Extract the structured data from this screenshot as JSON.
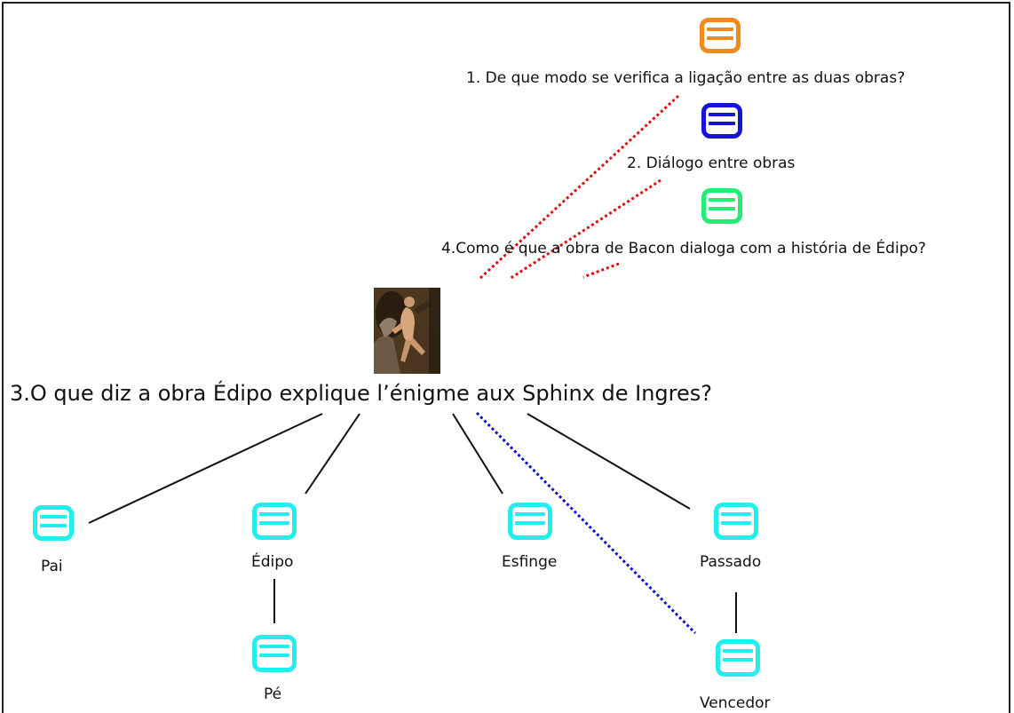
{
  "map": {
    "central": {
      "label": "3.O que diz a obra Édipo explique l’énigme aux Sphinx de Ingres?",
      "image_icon": "painting-thumbnail"
    },
    "questions": [
      {
        "label": "1. De que modo se verifica a ligação entre as duas obras?",
        "color": "#f08a1c"
      },
      {
        "label": "2. Diálogo entre obras",
        "color": "#1515d8"
      },
      {
        "label": "4.Como é que a obra de Bacon dialoga com a história de Édipo?",
        "color": "#22ee77"
      }
    ],
    "nodes": {
      "pai": "Pai",
      "edipo": "Édipo",
      "pe": "Pé",
      "esfinge": "Esfinge",
      "passado": "Passado",
      "vencedor": "Vencedor"
    },
    "topic_color": "#22eeee",
    "link_colors": {
      "solid": "#111111",
      "red_dotted": "#dd1111",
      "blue_dotted": "#1111cc"
    },
    "icon_name": "note-icon"
  }
}
